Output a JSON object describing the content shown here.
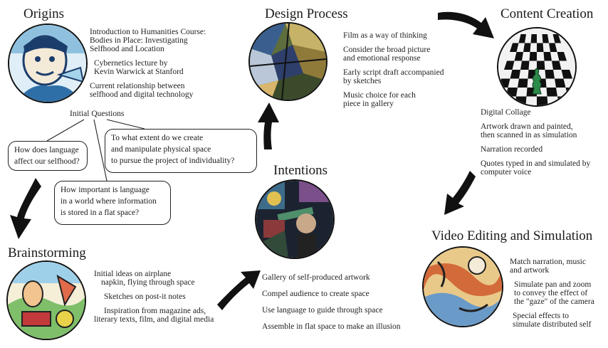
{
  "sections": {
    "origins": {
      "title": "Origins",
      "items": [
        [
          "Introduction to Humanities Course:",
          "Bodies in Place: Investigating",
          "Selfhood and Location"
        ],
        [
          "Cybernetics lecture by",
          "Kevin Warwick at Stanford"
        ],
        [
          "Current relationship between",
          "selfhood and digital technology"
        ]
      ],
      "initial_questions_label": "Initial Questions"
    },
    "questions": {
      "q1": [
        "How does language",
        "affect our selfhood?"
      ],
      "q2": [
        "To what extent do we create",
        "and manipulate physical space",
        "to pursue the project of individuality?"
      ],
      "q3": [
        "How important is language",
        "in a world where information",
        "is stored in a flat space?"
      ]
    },
    "design_process": {
      "title": "Design Process",
      "items": [
        [
          "Film as a way of thinking"
        ],
        [
          "Consider the broad picture",
          "and emotional response"
        ],
        [
          "Early script draft accompanied",
          "by sketches"
        ],
        [
          "Music choice for each",
          "piece in gallery"
        ]
      ]
    },
    "content_creation": {
      "title": "Content Creation",
      "items": [
        [
          "Digital Collage"
        ],
        [
          "Artwork drawn and painted,",
          "then scanned in as simulation"
        ],
        [
          "Narration recorded"
        ],
        [
          "Quotes typed in and simulated by",
          "computer voice"
        ]
      ]
    },
    "intentions": {
      "title": "Intentions",
      "items": [
        [
          "Gallery of self-produced artwork"
        ],
        [
          "Compel audience to create space"
        ],
        [
          "Use language to guide through space"
        ],
        [
          "Assemble in flat space to make an illusion"
        ]
      ]
    },
    "brainstorming": {
      "title": "Brainstorming",
      "items": [
        [
          "Initial ideas on airplane",
          "napkin, flying through space"
        ],
        [
          "Sketches on post-it notes"
        ],
        [
          "Inspiration from magazine ads,",
          "literary texts, film, and digital media"
        ]
      ]
    },
    "video_editing": {
      "title": "Video Editing and Simulation",
      "items": [
        [
          "Match narration, music",
          "and artwork"
        ],
        [
          "Simulate pan and zoom",
          "to convey the effect of",
          "the \"gaze\" of the camera"
        ],
        [
          "Special effects to",
          "simulate distributed self"
        ]
      ]
    }
  },
  "images": {
    "origins": "portrait-sketch-image",
    "design_process": "cubist-collage-image",
    "content_creation": "checkerboard-chess-image",
    "intentions": "dark-collage-image",
    "brainstorming": "napkin-doodle-image",
    "video_editing": "swirl-painting-image"
  },
  "colors": {
    "arrow": "#111111",
    "text": "#222222",
    "board_dark": "#111111",
    "board_light": "#f2f2f2",
    "chess_piece": "#2d8a4a"
  }
}
